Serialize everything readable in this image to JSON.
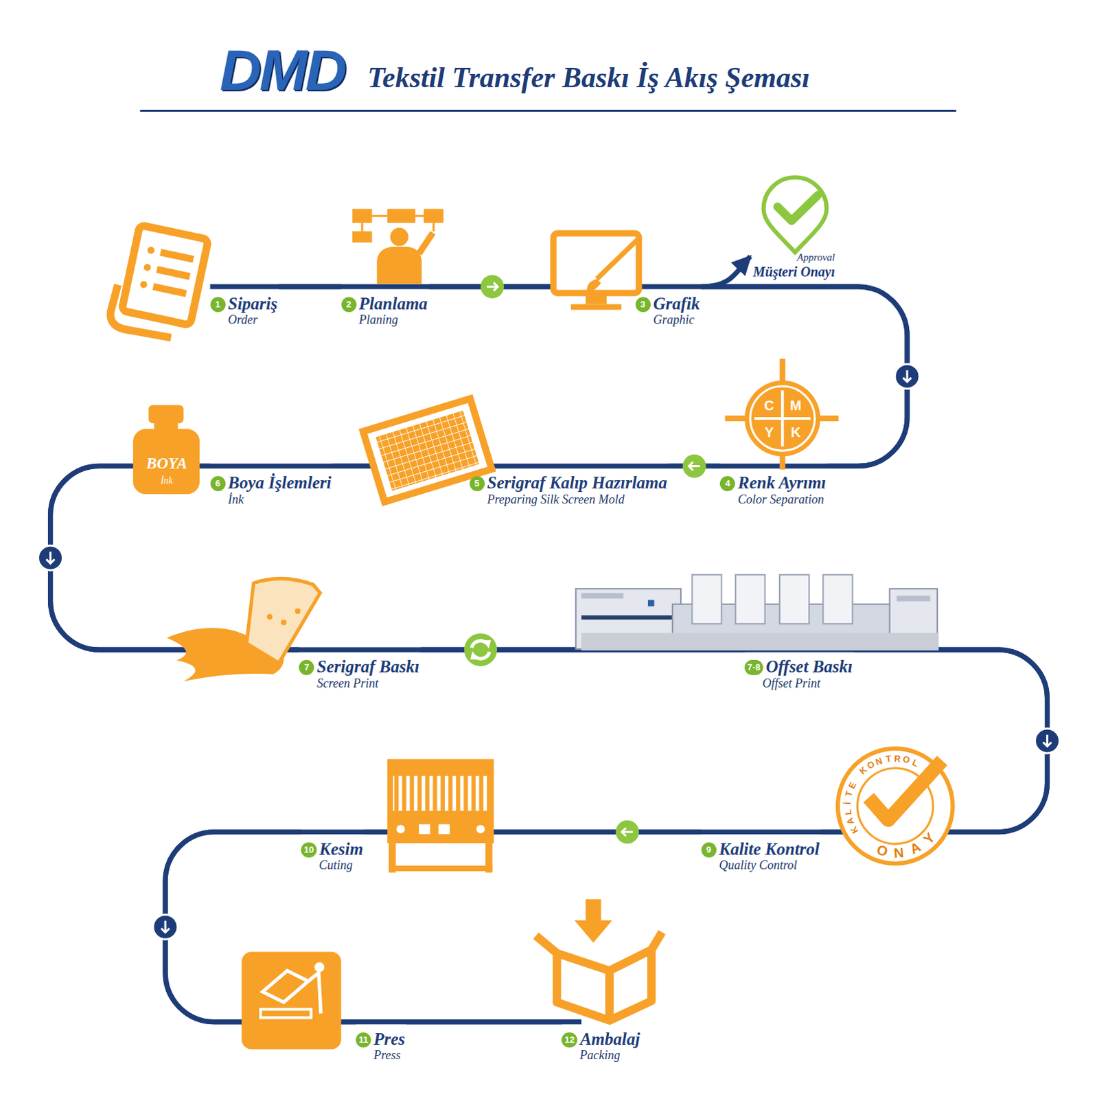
{
  "diagram": {
    "title": "Tekstil Transfer Baskı İş Akış Şeması",
    "nodes": [
      {
        "text": [
          "1",
          "Sipariş",
          "Order"
        ]
      },
      {
        "text": [
          "2",
          "Planlama",
          "Planing"
        ]
      },
      {
        "text": [
          "3",
          "Grafik",
          "Graphic"
        ]
      },
      {
        "text": [
          "Approval",
          "Müşteri Onayı"
        ]
      },
      {
        "text": [
          "4",
          "Renk Ayrımı",
          "Color Separation"
        ]
      },
      {
        "text": [
          "5",
          "Serigraf Kalıp Hazırlama",
          "Preparing Silk Screen Mold"
        ]
      },
      {
        "text": [
          "6",
          "Boya İşlemleri",
          "İnk"
        ]
      },
      {
        "text": [
          "7",
          "Serigraf Baskı",
          "Screen Print"
        ]
      },
      {
        "text": [
          "7-8",
          "Offset Baskı",
          "Offset Print"
        ]
      },
      {
        "text": [
          "9",
          "Kalite Kontrol",
          "Quality Control"
        ]
      },
      {
        "text": [
          "10",
          "Kesim",
          "Cuting"
        ]
      },
      {
        "text": [
          "11",
          "Pres",
          "Press"
        ]
      },
      {
        "text": [
          "12",
          "Ambalaj",
          "Packing"
        ]
      }
    ],
    "edges": [
      {
        "from": 0,
        "to": 1,
        "arrow": "none"
      },
      {
        "from": 1,
        "to": 2,
        "arrow": "to"
      },
      {
        "from": 2,
        "to": 3,
        "arrow": "to"
      },
      {
        "from": 2,
        "to": 4,
        "arrow": "to"
      },
      {
        "from": 4,
        "to": 5,
        "arrow": "to"
      },
      {
        "from": 5,
        "to": 6,
        "arrow": "none"
      },
      {
        "from": 6,
        "to": 7,
        "arrow": "to"
      },
      {
        "from": 7,
        "to": 8,
        "arrow": "both"
      },
      {
        "from": 8,
        "to": 9,
        "arrow": "to"
      },
      {
        "from": 9,
        "to": 10,
        "arrow": "to"
      },
      {
        "from": 10,
        "to": 11,
        "arrow": "to"
      },
      {
        "from": 11,
        "to": 12,
        "arrow": "none"
      }
    ],
    "labels": [
      "DMD",
      "BOYA",
      "İnk",
      "C",
      "M",
      "Y",
      "K",
      "KALİTE KONTROL",
      "ONAY"
    ]
  }
}
